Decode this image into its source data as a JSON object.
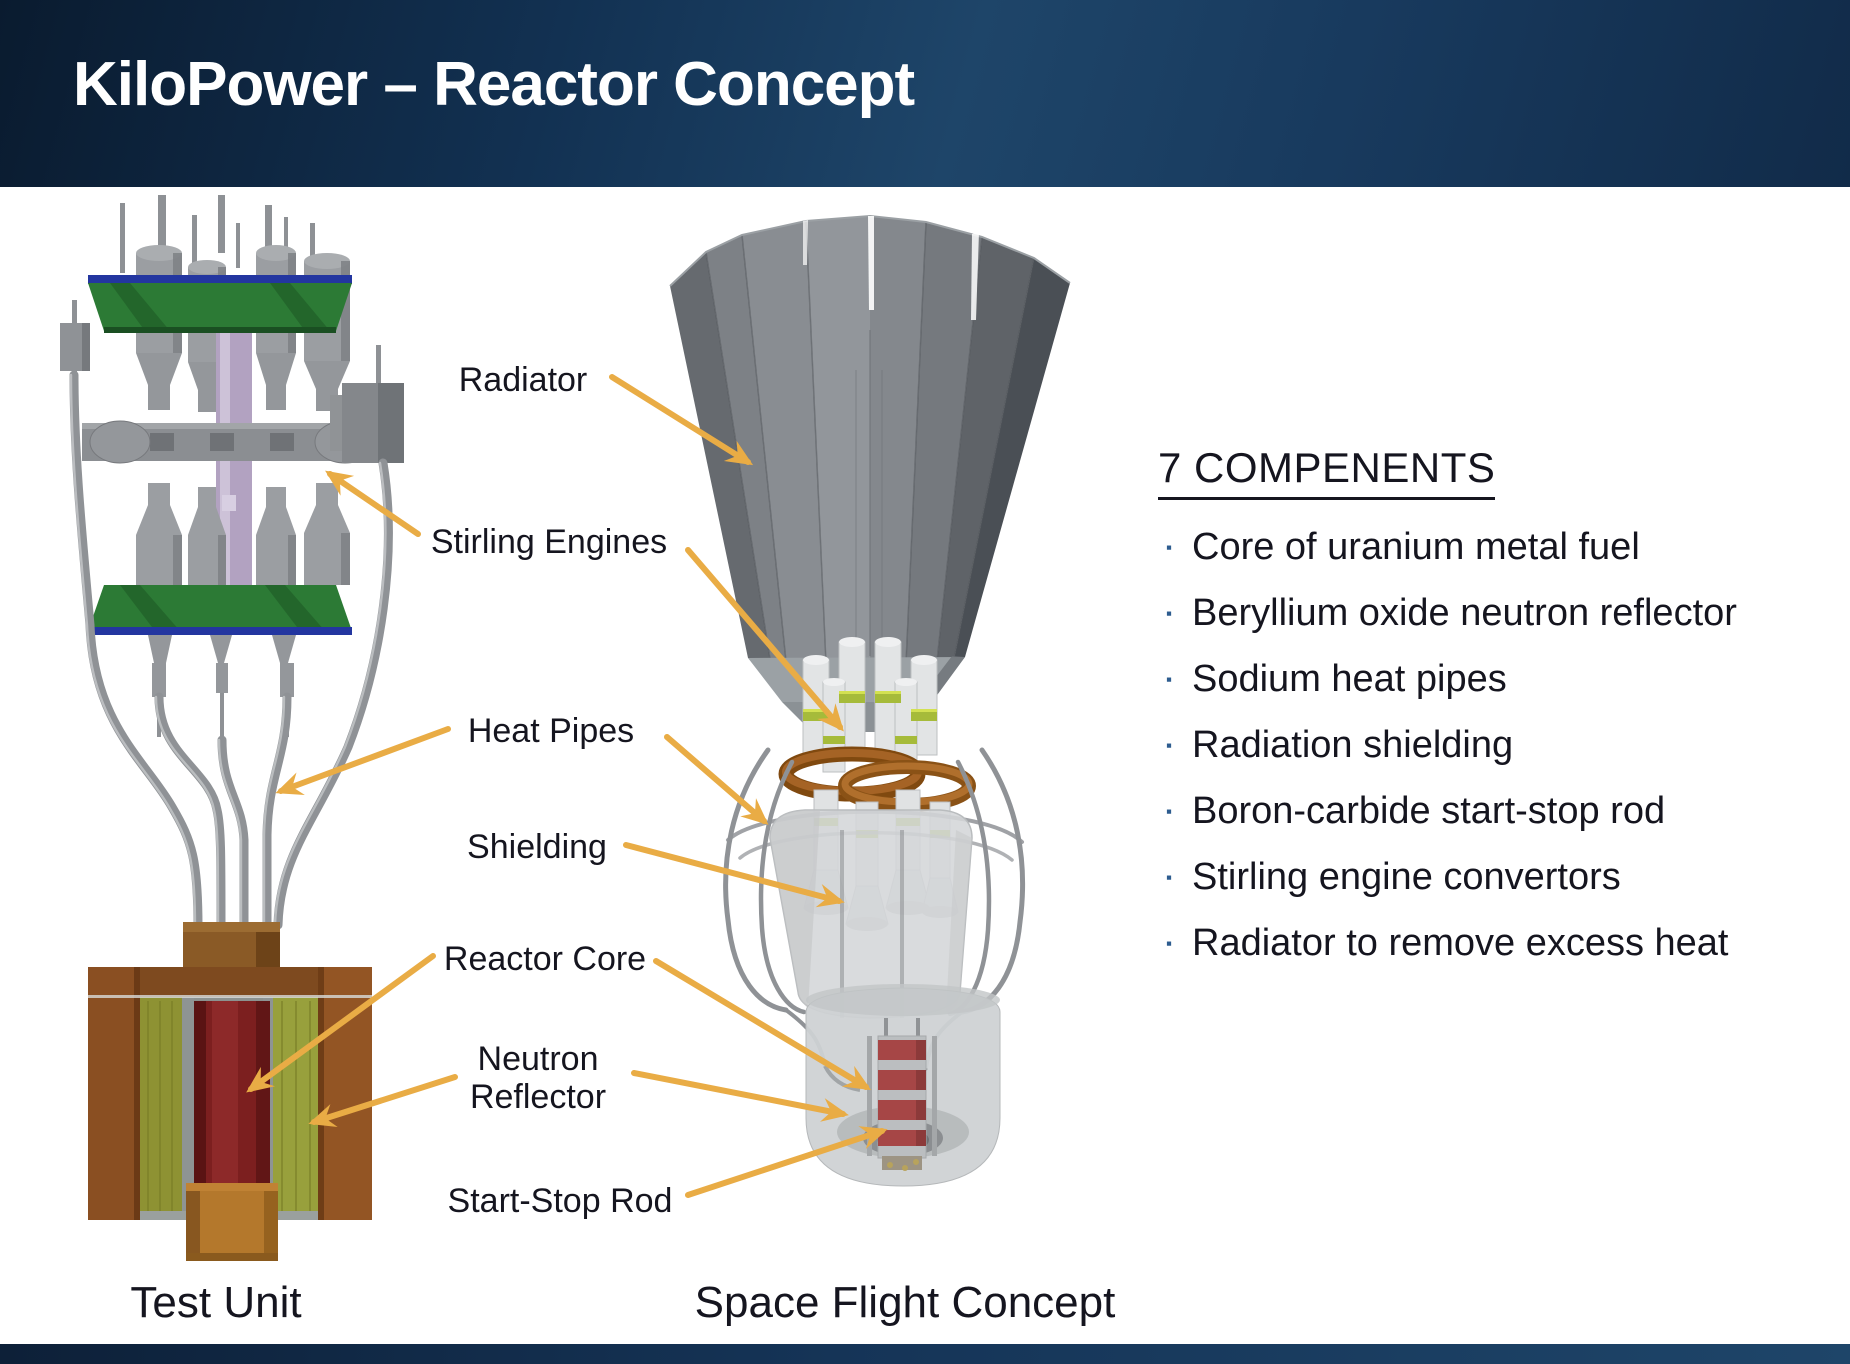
{
  "header": {
    "title": "KiloPower – Reactor Concept"
  },
  "callouts": [
    {
      "text": "Radiator"
    },
    {
      "text": "Stirling Engines"
    },
    {
      "text": "Heat Pipes"
    },
    {
      "text": "Shielding"
    },
    {
      "text": "Reactor Core"
    },
    {
      "text": "Neutron Reflector"
    },
    {
      "text": "Start-Stop Rod"
    }
  ],
  "components": {
    "heading": "7 COMPENENTS",
    "items": [
      "Core of uranium metal fuel",
      "Beryllium oxide neutron reflector",
      "Sodium heat pipes",
      "Radiation shielding",
      "Boron-carbide start-stop rod",
      "Stirling engine convertors",
      "Radiator to remove excess heat"
    ]
  },
  "captions": {
    "test_unit": "Test Unit",
    "space_flight": "Space Flight Concept"
  },
  "icons": {
    "bullet_square": "▪"
  },
  "colors": {
    "accent": "#E9AC45",
    "header_navy": "#16375A",
    "text_dark": "#15151F",
    "bullet_blue": "#2D5C8F"
  }
}
